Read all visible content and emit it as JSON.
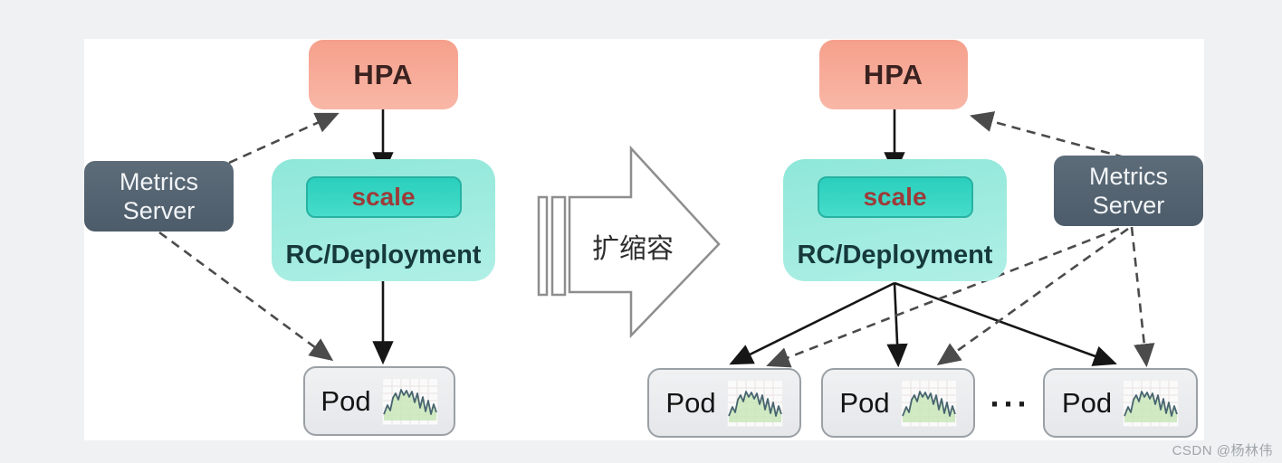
{
  "diagram": {
    "left": {
      "hpa_label": "HPA",
      "metrics_server": {
        "line1": "Metrics",
        "line2": "Server"
      },
      "scale_label": "scale",
      "rc_deployment_label": "RC/Deployment",
      "pod_label": "Pod"
    },
    "transition_label": "扩缩容",
    "right": {
      "hpa_label": "HPA",
      "metrics_server": {
        "line1": "Metrics",
        "line2": "Server"
      },
      "scale_label": "scale",
      "rc_deployment_label": "RC/Deployment",
      "pods": [
        "Pod",
        "Pod",
        "Pod"
      ],
      "ellipsis": "···"
    },
    "watermark": "CSDN @杨林伟",
    "colors": {
      "hpa_box": "#f7a795",
      "metrics_server_box": "#54626f",
      "rc_deployment_box": "#9de9dd",
      "scale_box": "#35d2c1",
      "scale_text": "#9e3a38",
      "pod_box": "#ebecee",
      "panel_background": "#ffffff",
      "page_background": "#f0f1f2",
      "solid_arrow": "#161616",
      "dashed_arrow": "#4b4b4b",
      "watermark_text": "#9fa5a9"
    }
  }
}
